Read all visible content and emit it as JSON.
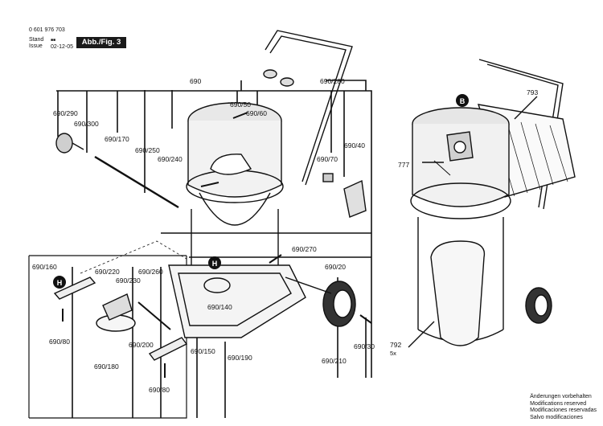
{
  "header": {
    "doc_number": "0 601 976 703",
    "stand_label": "Stand",
    "issue_label": "Issue",
    "stand_value": "02-12-05",
    "figure_badge": "Abb./Fig. 3"
  },
  "marks": {
    "h_marker": "H",
    "b_marker": "B"
  },
  "callouts": {
    "c690": "690",
    "c690_280": "690/280",
    "c793": "793",
    "c690_290": "690/290",
    "c690_300": "690/300",
    "c690_50": "690/50",
    "c690_60": "690/60",
    "c690_170": "690/170",
    "c690_250": "690/250",
    "c690_240": "690/240",
    "c690_70": "690/70",
    "c690_40": "690/40",
    "c777": "777",
    "c690_270": "690/270",
    "c690_160": "690/160",
    "c690_220": "690/220",
    "c690_230": "690/230",
    "c690_260": "690/260",
    "c690_20": "690/20",
    "c690_140": "690/140",
    "c690_80a": "690/80",
    "c690_200": "690/200",
    "c690_150": "690/150",
    "c690_190": "690/190",
    "c690_180": "690/180",
    "c690_210": "690/210",
    "c690_30": "690/30",
    "c792": "792",
    "c5x": "5x",
    "c690_80b": "690/80"
  },
  "notes": [
    "Änderungen vorbehalten",
    "Modifications reserved",
    "Modificaciones reservadas",
    "Salvo modificaciones"
  ]
}
